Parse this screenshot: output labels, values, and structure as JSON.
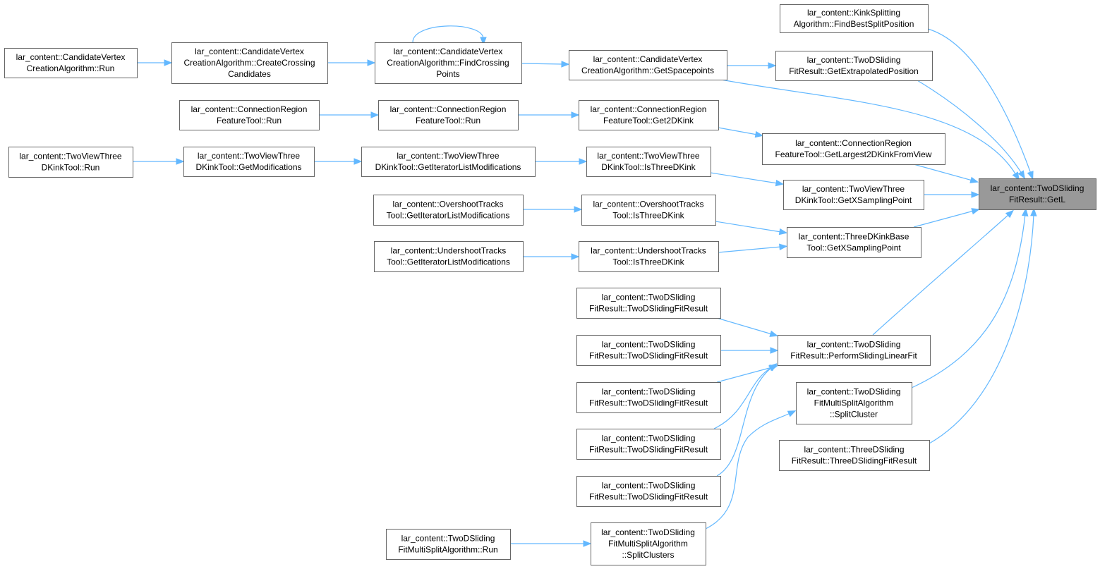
{
  "diagram": {
    "type": "call-graph",
    "colors": {
      "edge": "#63b8ff",
      "root_fill": "#999999",
      "node_border": "#666666",
      "node_fill": "#ffffff"
    },
    "nodes": [
      {
        "id": "getL",
        "lines": [
          "lar_content::TwoDSliding",
          "FitResult::GetL"
        ]
      },
      {
        "id": "kinkFindBest",
        "lines": [
          "lar_content::KinkSplitting",
          "Algorithm::FindBestSplitPosition"
        ]
      },
      {
        "id": "getExtrap",
        "lines": [
          "lar_content::TwoDSliding",
          "FitResult::GetExtrapolatedPosition"
        ]
      },
      {
        "id": "cvGetSpace",
        "lines": [
          "lar_content::CandidateVertex",
          "CreationAlgorithm::GetSpacepoints"
        ]
      },
      {
        "id": "cvFindCross",
        "lines": [
          "lar_content::CandidateVertex",
          "CreationAlgorithm::FindCrossing",
          "Points"
        ]
      },
      {
        "id": "cvCreateCross",
        "lines": [
          "lar_content::CandidateVertex",
          "CreationAlgorithm::CreateCrossing",
          "Candidates"
        ]
      },
      {
        "id": "cvRun",
        "lines": [
          "lar_content::CandidateVertex",
          "CreationAlgorithm::Run"
        ]
      },
      {
        "id": "crGet2DKink",
        "lines": [
          "lar_content::ConnectionRegion",
          "FeatureTool::Get2DKink"
        ]
      },
      {
        "id": "crRunB",
        "lines": [
          "lar_content::ConnectionRegion",
          "FeatureTool::Run"
        ]
      },
      {
        "id": "crRunA",
        "lines": [
          "lar_content::ConnectionRegion",
          "FeatureTool::Run"
        ]
      },
      {
        "id": "crLargest",
        "lines": [
          "lar_content::ConnectionRegion",
          "FeatureTool::GetLargest2DKinkFromView"
        ]
      },
      {
        "id": "tvIsThree",
        "lines": [
          "lar_content::TwoViewThree",
          "DKinkTool::IsThreeDKink"
        ]
      },
      {
        "id": "tvIterList",
        "lines": [
          "lar_content::TwoViewThree",
          "DKinkTool::GetIteratorListModifications"
        ]
      },
      {
        "id": "tvGetMods",
        "lines": [
          "lar_content::TwoViewThree",
          "DKinkTool::GetModifications"
        ]
      },
      {
        "id": "tvRun",
        "lines": [
          "lar_content::TwoViewThree",
          "DKinkTool::Run"
        ]
      },
      {
        "id": "tvGetX",
        "lines": [
          "lar_content::TwoViewThree",
          "DKinkTool::GetXSamplingPoint"
        ]
      },
      {
        "id": "osIsThree",
        "lines": [
          "lar_content::OvershootTracks",
          "Tool::IsThreeDKink"
        ]
      },
      {
        "id": "osIterList",
        "lines": [
          "lar_content::OvershootTracks",
          "Tool::GetIteratorListModifications"
        ]
      },
      {
        "id": "t3dGetX",
        "lines": [
          "lar_content::ThreeDKinkBase",
          "Tool::GetXSamplingPoint"
        ]
      },
      {
        "id": "usIsThree",
        "lines": [
          "lar_content::UndershootTracks",
          "Tool::IsThreeDKink"
        ]
      },
      {
        "id": "usIterList",
        "lines": [
          "lar_content::UndershootTracks",
          "Tool::GetIteratorListModifications"
        ]
      },
      {
        "id": "ctor1",
        "lines": [
          "lar_content::TwoDSliding",
          "FitResult::TwoDSlidingFitResult"
        ]
      },
      {
        "id": "ctor2",
        "lines": [
          "lar_content::TwoDSliding",
          "FitResult::TwoDSlidingFitResult"
        ]
      },
      {
        "id": "ctor3",
        "lines": [
          "lar_content::TwoDSliding",
          "FitResult::TwoDSlidingFitResult"
        ]
      },
      {
        "id": "ctor4",
        "lines": [
          "lar_content::TwoDSliding",
          "FitResult::TwoDSlidingFitResult"
        ]
      },
      {
        "id": "ctor5",
        "lines": [
          "lar_content::TwoDSliding",
          "FitResult::TwoDSlidingFitResult"
        ]
      },
      {
        "id": "perfFit",
        "lines": [
          "lar_content::TwoDSliding",
          "FitResult::PerformSlidingLinearFit"
        ]
      },
      {
        "id": "msSplitCluster",
        "lines": [
          "lar_content::TwoDSliding",
          "FitMultiSplitAlgorithm",
          "::SplitCluster"
        ]
      },
      {
        "id": "threeDCtor",
        "lines": [
          "lar_content::ThreeDSliding",
          "FitResult::ThreeDSlidingFitResult"
        ]
      },
      {
        "id": "msSplitClusters",
        "lines": [
          "lar_content::TwoDSliding",
          "FitMultiSplitAlgorithm",
          "::SplitClusters"
        ]
      },
      {
        "id": "msRun",
        "lines": [
          "lar_content::TwoDSliding",
          "FitMultiSplitAlgorithm::Run"
        ]
      }
    ],
    "edges": [
      {
        "from": "kinkFindBest",
        "to": "getL"
      },
      {
        "from": "getExtrap",
        "to": "getL"
      },
      {
        "from": "cvGetSpace",
        "to": "getExtrap"
      },
      {
        "from": "cvGetSpace",
        "to": "getL"
      },
      {
        "from": "cvFindCross",
        "to": "cvGetSpace"
      },
      {
        "from": "cvFindCross",
        "to": "cvFindCross"
      },
      {
        "from": "cvCreateCross",
        "to": "cvFindCross"
      },
      {
        "from": "cvRun",
        "to": "cvCreateCross"
      },
      {
        "from": "crRunA",
        "to": "crRunB"
      },
      {
        "from": "crRunB",
        "to": "crGet2DKink"
      },
      {
        "from": "crGet2DKink",
        "to": "crLargest"
      },
      {
        "from": "crLargest",
        "to": "getL"
      },
      {
        "from": "tvRun",
        "to": "tvGetMods"
      },
      {
        "from": "tvGetMods",
        "to": "tvIterList"
      },
      {
        "from": "tvIterList",
        "to": "tvIsThree"
      },
      {
        "from": "tvIsThree",
        "to": "tvGetX"
      },
      {
        "from": "tvGetX",
        "to": "getL"
      },
      {
        "from": "osIterList",
        "to": "osIsThree"
      },
      {
        "from": "osIsThree",
        "to": "t3dGetX"
      },
      {
        "from": "usIterList",
        "to": "usIsThree"
      },
      {
        "from": "usIsThree",
        "to": "t3dGetX"
      },
      {
        "from": "t3dGetX",
        "to": "getL"
      },
      {
        "from": "ctor1",
        "to": "perfFit"
      },
      {
        "from": "ctor2",
        "to": "perfFit"
      },
      {
        "from": "ctor3",
        "to": "perfFit"
      },
      {
        "from": "ctor4",
        "to": "perfFit"
      },
      {
        "from": "ctor5",
        "to": "perfFit"
      },
      {
        "from": "perfFit",
        "to": "getL"
      },
      {
        "from": "msSplitCluster",
        "to": "getL"
      },
      {
        "from": "threeDCtor",
        "to": "getL"
      },
      {
        "from": "msSplitClusters",
        "to": "msSplitCluster"
      },
      {
        "from": "msRun",
        "to": "msSplitClusters"
      }
    ]
  }
}
